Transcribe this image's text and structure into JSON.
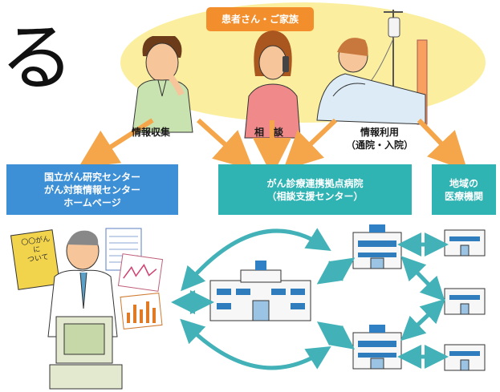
{
  "heading_fragment": "る",
  "patients": {
    "label": "患者さん・ご家族"
  },
  "flows": {
    "info_gathering": "情報収集",
    "consultation": "相　談",
    "info_use": "情報利用",
    "info_use_detail": "（通院・入院）"
  },
  "organizations": {
    "ncc_line1": "国立がん研究センター",
    "ncc_line2": "がん対策情報センター",
    "ncc_line3": "ホームページ",
    "hub_line1": "がん診療連携拠点病院",
    "hub_line2": "（相談支援センター）",
    "local_line1": "地域の",
    "local_line2": "医療機関"
  },
  "illustration": {
    "book_line1": "〇〇がん",
    "book_line2": "に",
    "book_line3": "ついて"
  },
  "colors": {
    "oval": "#fbef9f",
    "patient_label": "#f28e2c",
    "flow_arrow": "#f5a64a",
    "ncc_box": "#3d8fd6",
    "hospital_box": "#2fb3b3",
    "network_arrow": "#43b2b8"
  },
  "icons": [
    "man-thinking-icon",
    "woman-on-phone-icon",
    "patient-in-bed-icon",
    "doctor-at-computer-icon",
    "hospital-building-icon",
    "clinic-building-icon"
  ]
}
